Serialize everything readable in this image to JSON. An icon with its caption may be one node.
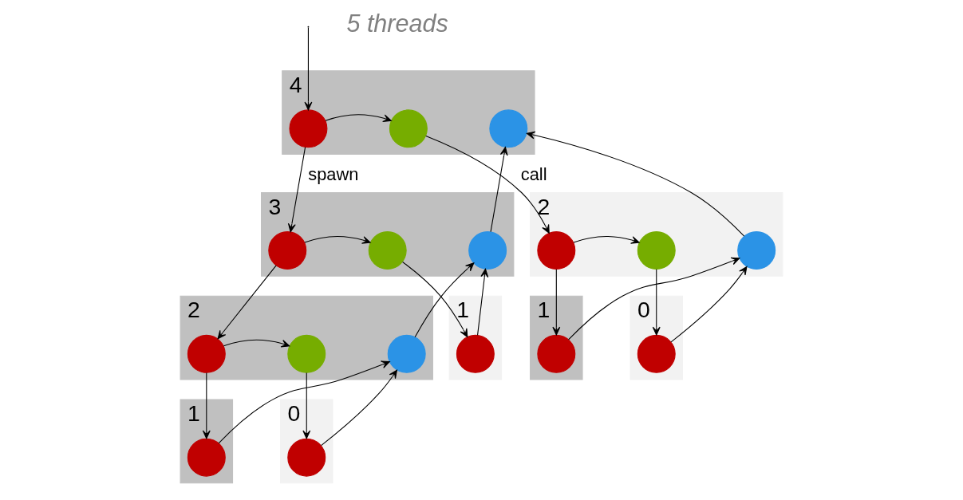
{
  "diagram": {
    "nodes": [
      {
        "text": [
          "4"
        ]
      },
      {
        "text": [],
        "shape": "circle",
        "in": 0
      },
      {
        "text": [],
        "shape": "circle",
        "in": 0
      },
      {
        "text": [],
        "shape": "circle",
        "in": 0
      },
      {
        "text": [
          "3"
        ]
      },
      {
        "text": [],
        "shape": "circle",
        "in": 4
      },
      {
        "text": [],
        "shape": "circle",
        "in": 4
      },
      {
        "text": [],
        "shape": "circle",
        "in": 4
      },
      {
        "text": [
          "2"
        ]
      },
      {
        "text": [],
        "shape": "circle",
        "in": 8
      },
      {
        "text": [],
        "shape": "circle",
        "in": 8
      },
      {
        "text": [],
        "shape": "circle",
        "in": 8
      },
      {
        "text": [
          "2"
        ]
      },
      {
        "text": [],
        "shape": "circle",
        "in": 12
      },
      {
        "text": [],
        "shape": "circle",
        "in": 12
      },
      {
        "text": [],
        "shape": "circle",
        "in": 12
      },
      {
        "text": [
          "1"
        ]
      },
      {
        "text": [],
        "shape": "circle",
        "in": 16
      },
      {
        "text": [
          "1"
        ]
      },
      {
        "text": [],
        "shape": "circle",
        "in": 18
      },
      {
        "text": [
          "0"
        ]
      },
      {
        "text": [],
        "shape": "circle",
        "in": 20
      },
      {
        "text": [
          "1"
        ]
      },
      {
        "text": [],
        "shape": "circle",
        "in": 22
      },
      {
        "text": [
          "0"
        ]
      },
      {
        "text": [],
        "shape": "circle",
        "in": 24
      }
    ],
    "edges": [
      {
        "from": null,
        "to": 1,
        "arrow": "to"
      },
      {
        "from": 1,
        "to": 2,
        "arrow": "to"
      },
      {
        "from": 1,
        "to": 5,
        "arrow": "to",
        "label": "spawn"
      },
      {
        "from": 2,
        "to": 9,
        "arrow": "to",
        "label": "call"
      },
      {
        "from": 7,
        "to": 3,
        "arrow": "to"
      },
      {
        "from": 11,
        "to": 3,
        "arrow": "to"
      },
      {
        "from": 5,
        "to": 6,
        "arrow": "to"
      },
      {
        "from": 5,
        "to": 13,
        "arrow": "to"
      },
      {
        "from": 6,
        "to": 17,
        "arrow": "to"
      },
      {
        "from": 17,
        "to": 7,
        "arrow": "to"
      },
      {
        "from": 13,
        "to": 14,
        "arrow": "to"
      },
      {
        "from": 13,
        "to": 23,
        "arrow": "to"
      },
      {
        "from": 14,
        "to": 25,
        "arrow": "to"
      },
      {
        "from": 25,
        "to": 15,
        "arrow": "to"
      },
      {
        "from": 23,
        "to": 15,
        "arrow": "to"
      },
      {
        "from": 15,
        "to": 7,
        "arrow": "to"
      },
      {
        "from": 9,
        "to": 10,
        "arrow": "to"
      },
      {
        "from": 9,
        "to": 19,
        "arrow": "to"
      },
      {
        "from": 10,
        "to": 21,
        "arrow": "to"
      },
      {
        "from": 21,
        "to": 11,
        "arrow": "to"
      },
      {
        "from": 19,
        "to": 11,
        "arrow": "to"
      }
    ],
    "labels": [
      "5 threads"
    ]
  }
}
